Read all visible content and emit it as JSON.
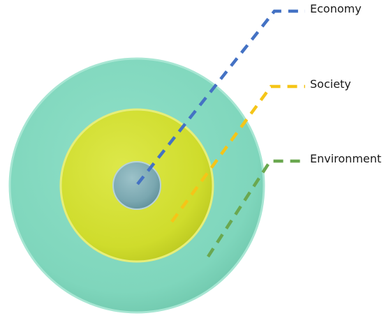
{
  "layers": [
    {
      "key": "environment",
      "label": "Environment",
      "fill": "#7fd6bc",
      "leader_color": "#6aa84f"
    },
    {
      "key": "society",
      "label": "Society",
      "fill": "#cfdc2c",
      "leader_color": "#f5c518"
    },
    {
      "key": "economy",
      "label": "Economy",
      "fill": "#7aa7b0",
      "leader_color": "#4472c4"
    }
  ]
}
